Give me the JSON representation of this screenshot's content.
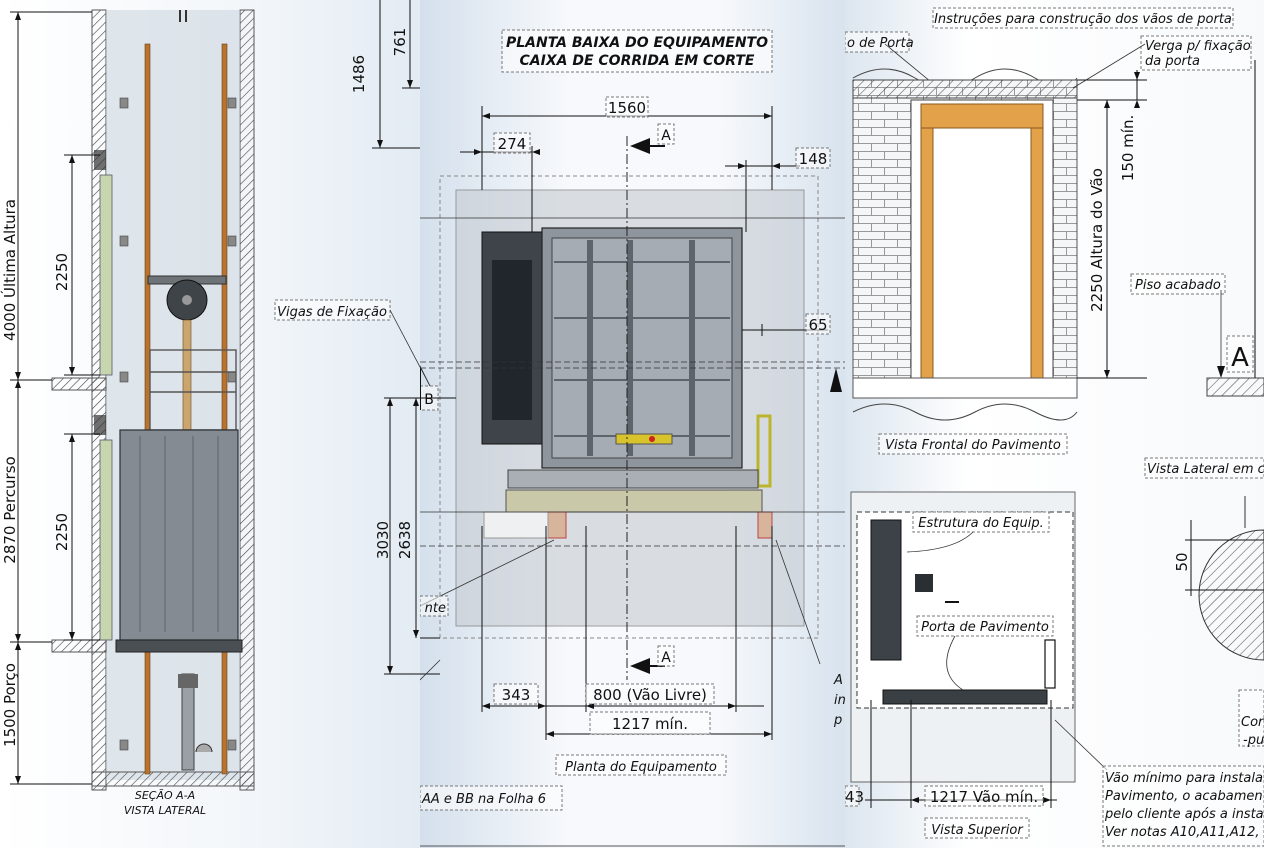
{
  "left_view": {
    "dims": {
      "ultima_altura": "4000 Última Altura",
      "percurso": "2870 Percurso",
      "porco": "1500 Porço",
      "upper_2250": "2250",
      "lower_2250": "2250"
    },
    "caption_line1": "SEÇÃO A-A",
    "caption_line2": "VISTA LATERAL"
  },
  "middle_view": {
    "title_line1": "PLANTA BAIXA DO EQUIPAMENTO",
    "title_line2": "CAIXA DE CORRIDA EM CORTE",
    "dims": {
      "top_1486": "1486",
      "top_761": "761",
      "width_1560": "1560",
      "d274": "274",
      "d148": "148",
      "d65": "65",
      "d3030": "3030",
      "d2638": "2638",
      "d343": "343",
      "vao_livre": "800 (Vão Livre)",
      "min_1217": "1217 mín."
    },
    "section_marker_a": "A",
    "section_marker_b": "B",
    "label_vigas": "Vigas de Fixação",
    "label_partial_left": "nte",
    "label_planta": "Planta do Equipamento",
    "label_aa_bb": "AA e BB na Folha 6",
    "label_partial_right_1": "A",
    "label_partial_right_2": "in",
    "label_partial_right_3": "p"
  },
  "right_view": {
    "instrucoes": "Instruções para construção dos vãos de porta",
    "partial_porta": "o de Porta",
    "verga_line1": "Verga p/ fixação",
    "verga_line2": "da porta",
    "min_150": "150 mín.",
    "altura_vao": "2250 Altura do Vão",
    "piso": "Piso acabado",
    "marker_a": "A",
    "vista_frontal": "Vista Frontal do Pavimento",
    "vista_lateral_partial": "Vista Lateral em c",
    "estrutura": "Estrutura do Equip.",
    "porta_pavimento": "Porta de Pavimento",
    "d50": "50",
    "partial_cor": "Cor",
    "partial_pu": "-pu",
    "partial_43": "43",
    "vao_min": "1217 Vão mín.",
    "vista_superior": "Vista Superior",
    "note_line1": "Vão mínimo para instala",
    "note_line2": "Pavimento, o acabamen",
    "note_line3": "pelo cliente após a insta",
    "note_line4": "Ver notas A10,A11,A12,"
  }
}
